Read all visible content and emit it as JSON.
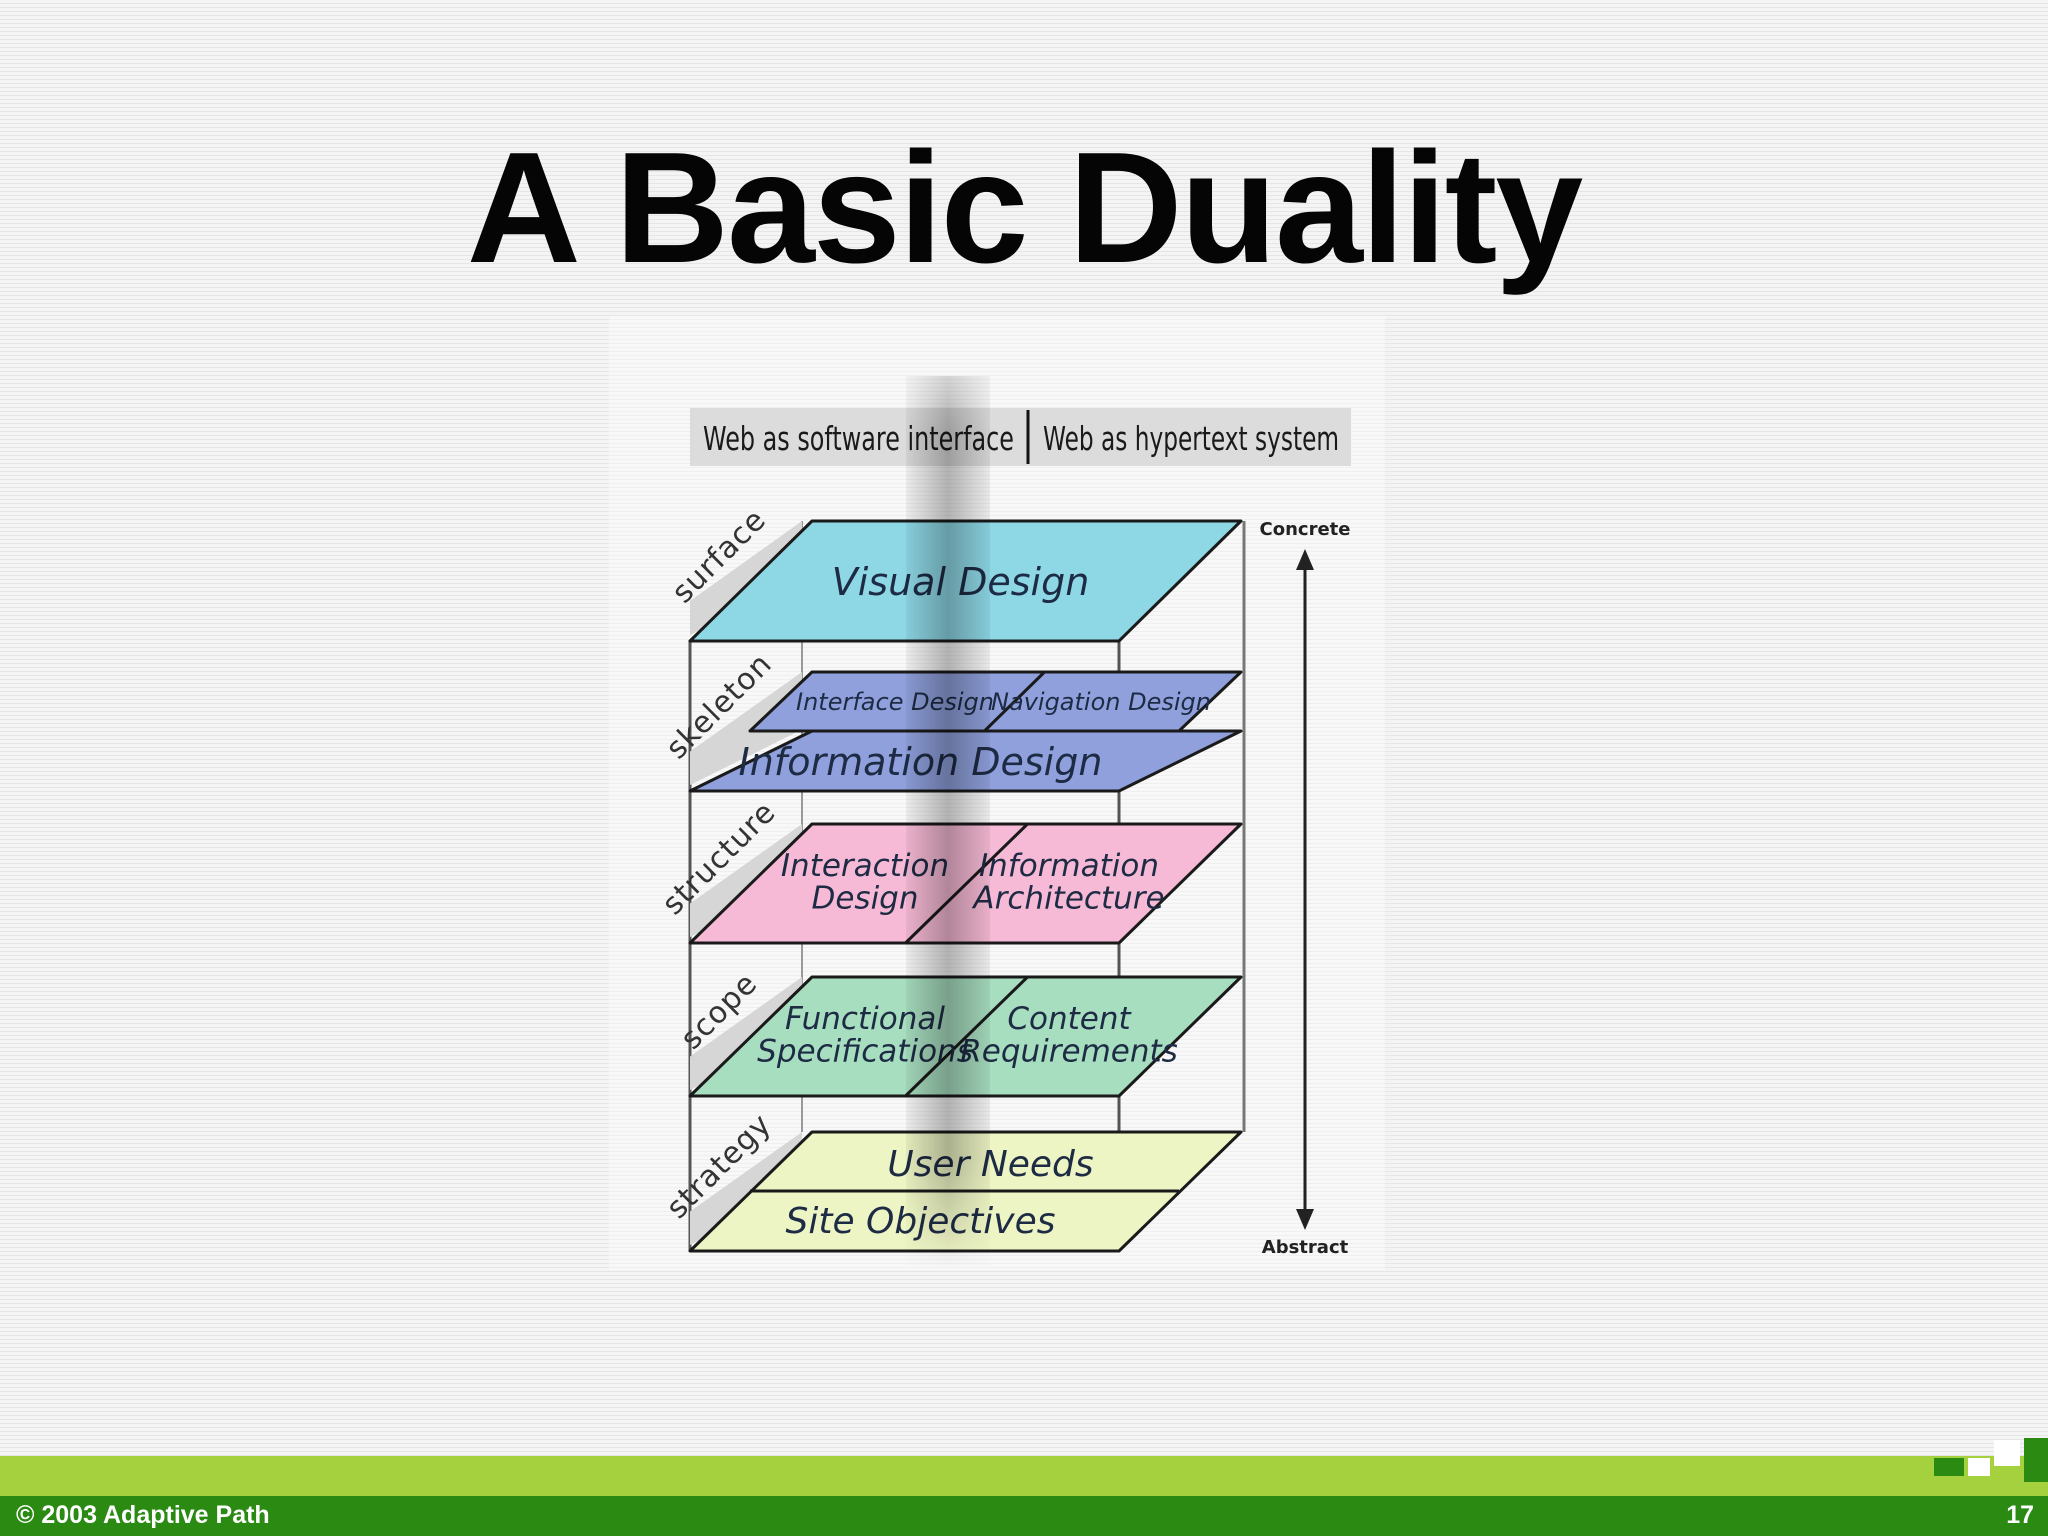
{
  "slide": {
    "title": "A Basic Duality",
    "copyright": "© 2003 Adaptive Path",
    "page_number": "17"
  },
  "diagram": {
    "headers": {
      "left": "Web as software interface",
      "right": "Web as hypertext system"
    },
    "axis": {
      "top": "Concrete",
      "bottom": "Abstract"
    },
    "layers": [
      {
        "id": "surface",
        "label": "surface",
        "color": "#8ed8e6",
        "planes": [
          {
            "lines": [
              "Visual Design"
            ]
          }
        ]
      },
      {
        "id": "skeleton",
        "label": "skeleton",
        "color": "#8fa0dc",
        "planes": [
          {
            "lines": [
              "Interface Design"
            ]
          },
          {
            "lines": [
              "Navigation Design"
            ]
          },
          {
            "lines": [
              "Information Design"
            ]
          }
        ]
      },
      {
        "id": "structure",
        "label": "structure",
        "color": "#f7bad6",
        "planes": [
          {
            "lines": [
              "Interaction",
              "Design"
            ]
          },
          {
            "lines": [
              "Information",
              "Architecture"
            ]
          }
        ]
      },
      {
        "id": "scope",
        "label": "scope",
        "color": "#a8dec0",
        "planes": [
          {
            "lines": [
              "Functional",
              "Specifications"
            ]
          },
          {
            "lines": [
              "Content",
              "Requirements"
            ]
          }
        ]
      },
      {
        "id": "strategy",
        "label": "strategy",
        "color": "#eef5c4",
        "planes": [
          {
            "lines": [
              "User Needs"
            ]
          },
          {
            "lines": [
              "Site Objectives"
            ]
          }
        ]
      }
    ]
  },
  "colors": {
    "footer_band": "#a6d13f",
    "footer_bar": "#2a8a12"
  }
}
